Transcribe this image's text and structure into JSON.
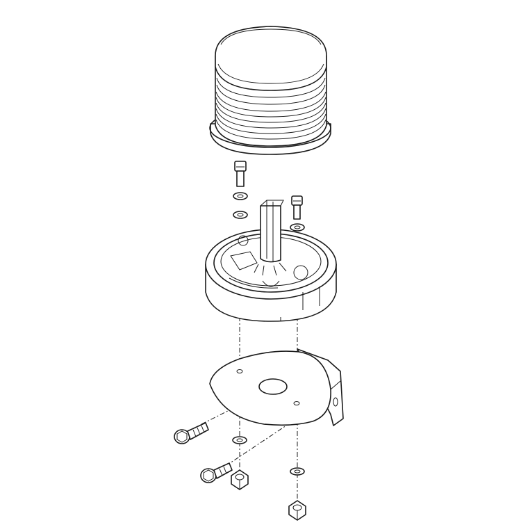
{
  "diagram": {
    "type": "exploded-assembly",
    "background": "#ffffff",
    "line_color": "#1a1a1a",
    "parts": [
      "lens-dome",
      "dome-screw-left",
      "dome-screw-right",
      "lock-washer-left",
      "lock-washer-right",
      "base-housing",
      "connector-terminal",
      "mounting-bracket",
      "bracket-bolt-upper",
      "bracket-bolt-lower",
      "bracket-washer-left",
      "bracket-washer-right",
      "hex-nut-left",
      "hex-nut-right"
    ]
  }
}
